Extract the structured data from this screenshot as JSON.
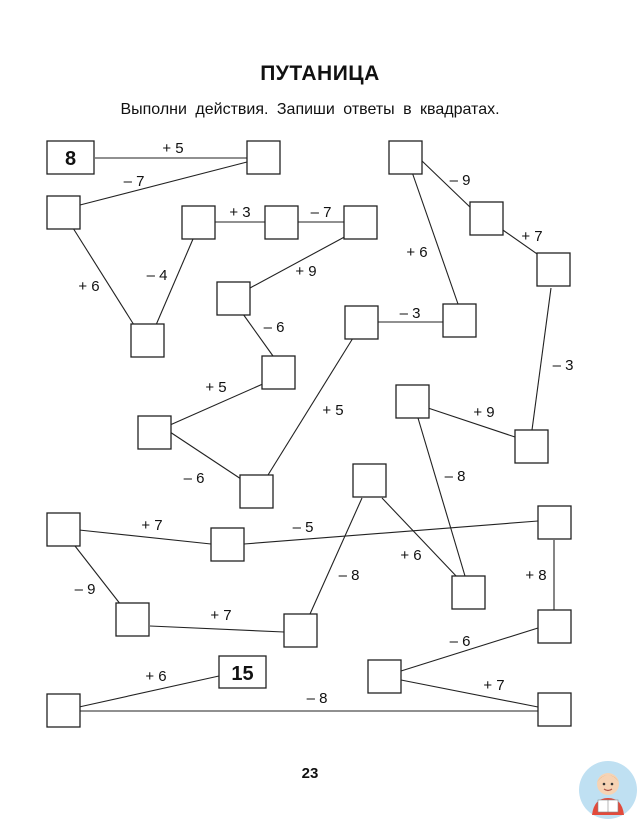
{
  "title": "ПУТАНИЦА",
  "instruction": "Выполни действия. Запиши ответы в квадратах.",
  "page_number": "23",
  "start_value": "8",
  "given_value": "15",
  "operations": {
    "op1": "+ 5",
    "op2": "– 7",
    "op3": "+ 6",
    "op4": "– 4",
    "op5": "+ 3",
    "op6": "– 7",
    "op7": "+ 9",
    "op8": "– 6",
    "op9": "+ 5",
    "op10": "– 6",
    "op11": "+ 5",
    "op12": "– 3",
    "op13": "– 9",
    "op14": "+ 6",
    "op15": "+ 7",
    "op16": "– 3",
    "op17": "+ 9",
    "op18": "– 8",
    "op19": "+ 7",
    "op20": "– 5",
    "op21": "– 9",
    "op22": "+ 7",
    "op23": "– 8",
    "op24": "+ 6",
    "op25": "+ 8",
    "op26": "– 6",
    "op27": "+ 7",
    "op28": "+ 6",
    "op29": "– 8"
  }
}
